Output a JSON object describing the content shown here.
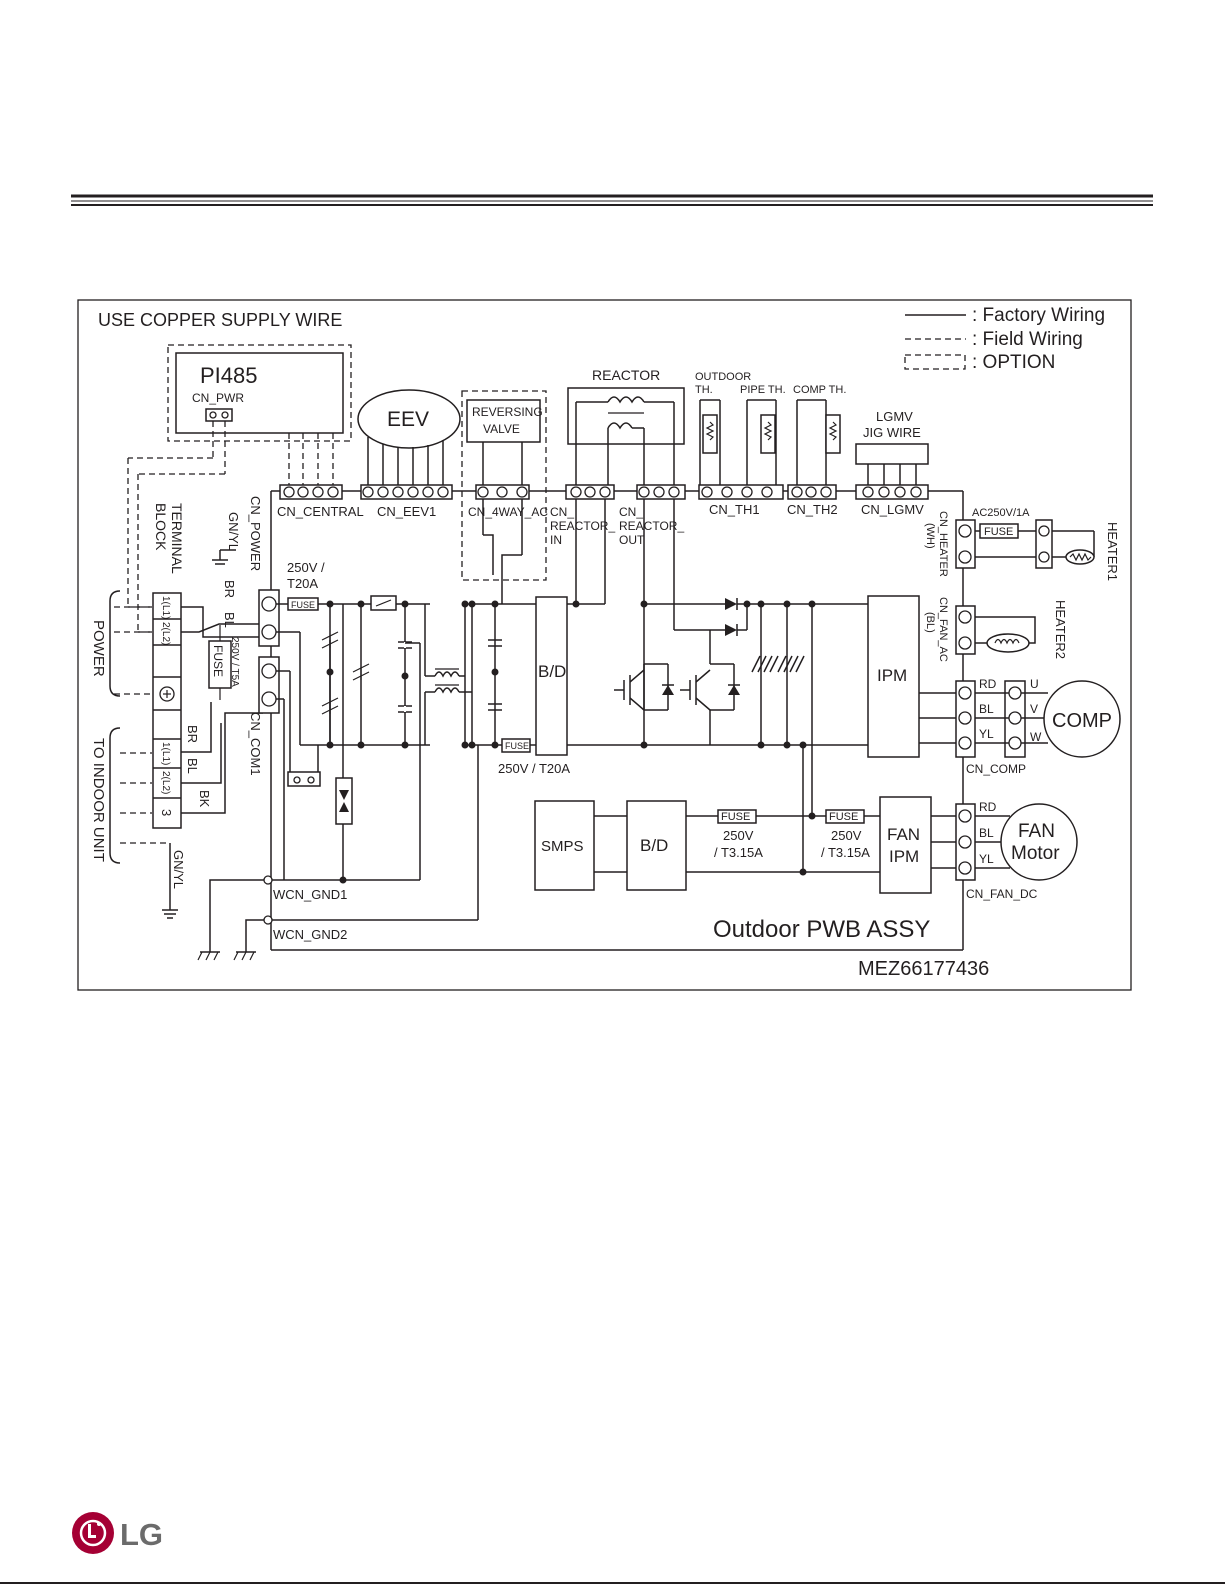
{
  "page": {
    "brand": "LG",
    "brand_color": "#a50034"
  },
  "diagram": {
    "note": "USE COPPER SUPPLY WIRE",
    "legend": [
      {
        "style": "solid",
        "label": ": Factory Wiring"
      },
      {
        "style": "dashed",
        "label": ": Field Wiring"
      },
      {
        "style": "box",
        "label": ": OPTION"
      }
    ],
    "pi485": {
      "title": "PI485",
      "connector": "CN_PWR"
    },
    "eev": "EEV",
    "reversing_valve": [
      "REVERSING",
      "VALVE"
    ],
    "reactor": "REACTOR",
    "thermistors": {
      "outdoor": [
        "OUTDOOR",
        "TH."
      ],
      "pipe": "PIPE TH.",
      "comp": "COMP TH."
    },
    "lgmv": [
      "LGMV",
      "JIG WIRE"
    ],
    "connectors": {
      "central": "CN_CENTRAL",
      "eev1": "CN_EEV1",
      "four_way": "CN_4WAY_AC",
      "reactor_in": [
        "CN_",
        "REACTOR_",
        "IN"
      ],
      "reactor_out": [
        "CN_",
        "REACTOR_",
        "OUT"
      ],
      "th1": "CN_TH1",
      "th2": "CN_TH2",
      "lgmv": "CN_LGMV",
      "power": "CN_POWER",
      "com1": "CN_COM1",
      "heater": "CN_HEATER",
      "heater_color": "(WH)",
      "fan_ac": "CN_FAN_AC",
      "fan_ac_color": "(BL)",
      "comp": "CN_COMP",
      "fan_dc": "CN_FAN_DC",
      "gnd1": "WCN_GND1",
      "gnd2": "WCN_GND2"
    },
    "terminal_block": {
      "title": [
        "TERMINAL",
        "BLOCK"
      ],
      "power_label": "POWER",
      "indoor_label": "TO INDOOR UNIT",
      "terminals": [
        "1(L1)",
        "2(L2)",
        "1(L1)",
        "2(L2)",
        "3"
      ],
      "wire_colors": {
        "br": "BR",
        "bl": "BL",
        "bk": "BK",
        "gnyl": "GN/YL"
      }
    },
    "fuses": {
      "label": "FUSE",
      "tb_rating": "250V / T5A",
      "main_rating": [
        "250V /",
        "T20A"
      ],
      "bd_rating": "250V / T20A",
      "smps_rating": [
        "250V",
        "/ T3.15A"
      ],
      "fan_rating": [
        "250V",
        "/ T3.15A"
      ],
      "heater_rating": "AC250V/1A"
    },
    "blocks": {
      "bd": "B/D",
      "ipm": "IPM",
      "smps": "SMPS",
      "bd2": "B/D",
      "fan_ipm": [
        "FAN",
        "IPM"
      ]
    },
    "heaters": {
      "h1": "HEATER1",
      "h2": "HEATER2"
    },
    "comp": {
      "label": "COMP",
      "pins": [
        "RD",
        "BL",
        "YL"
      ],
      "phases": [
        "U",
        "V",
        "W"
      ]
    },
    "fan_motor": {
      "label": [
        "FAN",
        "Motor"
      ],
      "pins": [
        "RD",
        "BL",
        "YL"
      ]
    },
    "assy": "Outdoor PWB ASSY",
    "part_number": "MEZ66177436"
  }
}
